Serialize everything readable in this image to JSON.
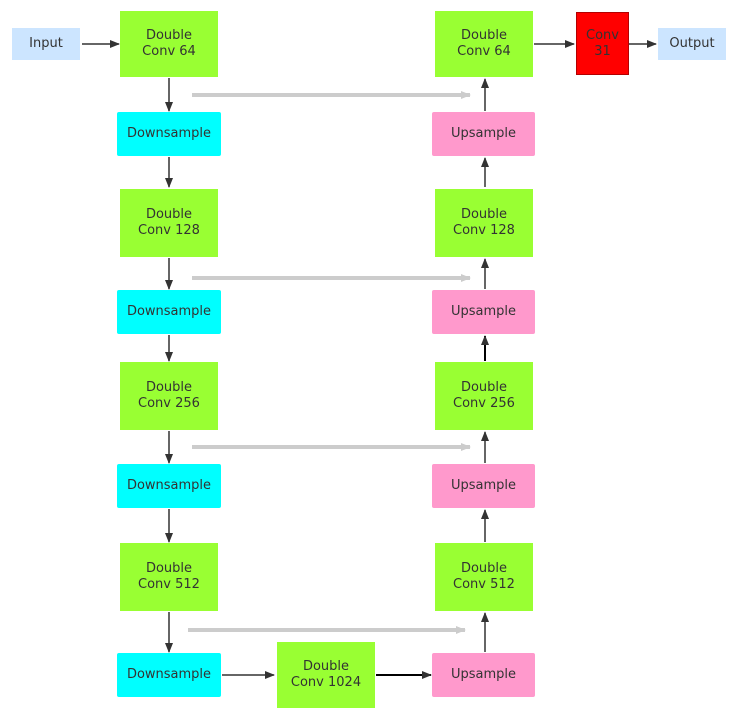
{
  "nodes": {
    "input": {
      "label": "Input"
    },
    "output": {
      "label": "Output"
    },
    "enc1": {
      "line1": "Double",
      "line2": "Conv 64"
    },
    "enc2": {
      "line1": "Double",
      "line2": "Conv 128"
    },
    "enc3": {
      "line1": "Double",
      "line2": "Conv 256"
    },
    "enc4": {
      "line1": "Double",
      "line2": "Conv 512"
    },
    "bottleneck": {
      "line1": "Double",
      "line2": "Conv 1024"
    },
    "dec1": {
      "line1": "Double",
      "line2": "Conv 64"
    },
    "dec2": {
      "line1": "Double",
      "line2": "Conv 128"
    },
    "dec3": {
      "line1": "Double",
      "line2": "Conv 256"
    },
    "dec4": {
      "line1": "Double",
      "line2": "Conv 512"
    },
    "down1": {
      "label": "Downsample"
    },
    "down2": {
      "label": "Downsample"
    },
    "down3": {
      "label": "Downsample"
    },
    "down4": {
      "label": "Downsample"
    },
    "up1": {
      "label": "Upsample"
    },
    "up2": {
      "label": "Upsample"
    },
    "up3": {
      "label": "Upsample"
    },
    "up4": {
      "label": "Upsample"
    },
    "final_conv": {
      "line1": "Conv",
      "line2": "31"
    }
  },
  "colors": {
    "io": "#cce5ff",
    "double_conv": "#99ff33",
    "downsample": "#00ffff",
    "upsample": "#ff99cc",
    "final_conv": "#ff0000",
    "arrow": "#333333",
    "skip_arrow": "#cccccc"
  }
}
